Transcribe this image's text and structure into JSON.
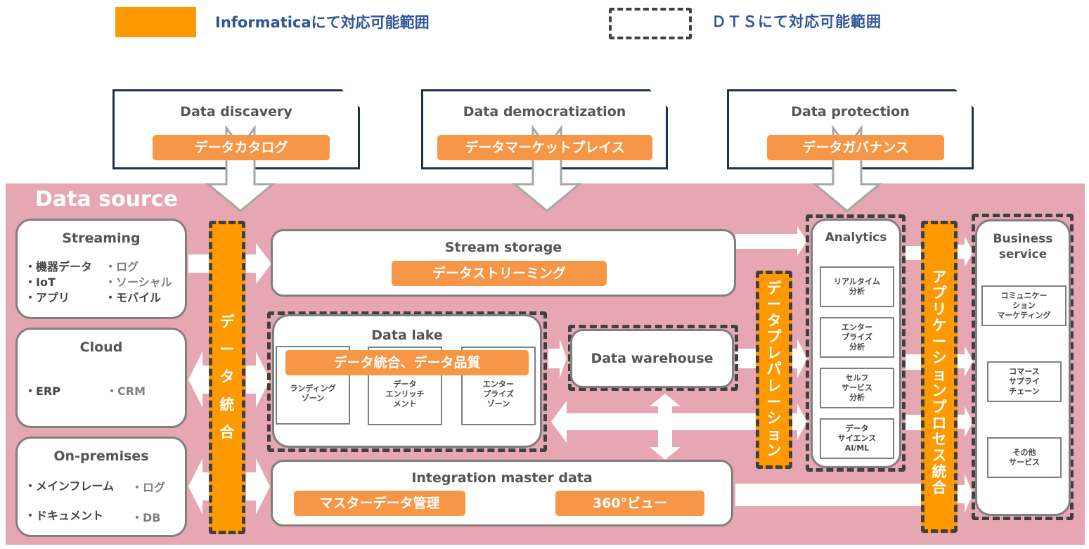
{
  "legend": {
    "informatica": {
      "label": "Informaticaにて対応可能範囲",
      "color": "#ff9900"
    },
    "dts": {
      "label": "ＤＴＳにて対応可能範囲",
      "border_color": "#404040"
    }
  },
  "top_boxes": [
    {
      "title": "Data discavery",
      "pill": "データカタログ"
    },
    {
      "title": "Data democratization",
      "pill": "データマーケットプレイス"
    },
    {
      "title": "Data protection",
      "pill": "データガバナンス"
    }
  ],
  "data_source": {
    "title": "Data source",
    "streaming": {
      "title": "Streaming",
      "left_items": [
        "・機器データ",
        "・IoT",
        "・アプリ"
      ],
      "right_items": [
        "・ログ",
        "・ソーシャル",
        "・モバイル"
      ]
    },
    "cloud": {
      "title": "Cloud",
      "left_items": [
        "・ERP"
      ],
      "right_items": [
        "・CRM"
      ]
    },
    "on_premises": {
      "title": "On-premises",
      "left_items": [
        "・メインフレーム",
        "・ドキュメント"
      ],
      "right_items": [
        "・ログ",
        "・DB"
      ]
    }
  },
  "data_integration_bar": {
    "chars": [
      "デ",
      "ー",
      "タ",
      "統",
      "合"
    ]
  },
  "stream_storage": {
    "title": "Stream storage",
    "pill": "データストリーミング"
  },
  "data_lake": {
    "title": "Data lake",
    "pill": "データ統合、データ品質",
    "zones": [
      "ランディング\nゾーン",
      "データ\nエンリッチ\nメント",
      "エンター\nプライズ\nゾーン"
    ]
  },
  "data_warehouse": {
    "title": "Data warehouse"
  },
  "integration_master": {
    "title": "Integration master data",
    "pills": [
      "マスターデータ管理",
      "360°ビュー"
    ]
  },
  "data_preparation_bar": {
    "chars": [
      "デ",
      "ー",
      "タ",
      "プ",
      "レ",
      "パ",
      "レ",
      "ー",
      "シ",
      "ョ",
      "ン"
    ]
  },
  "analytics": {
    "title": "Analytics",
    "items": [
      "リアルタイム\n分析",
      "エンター\nプライズ\n分析",
      "セルフ\nサービス\n分析",
      "データ\nサイエンス\nAI/ML"
    ]
  },
  "app_process_bar": {
    "chars": [
      "ア",
      "プ",
      "リ",
      "ケ",
      "ー",
      "シ",
      "ョ",
      "ン",
      "プ",
      "ロ",
      "セ",
      "ス",
      "統",
      "合"
    ]
  },
  "business_service": {
    "title_lines": [
      "Business",
      "service"
    ],
    "items": [
      "コミュニケー\nション\nマーケティング",
      "コマース\nサプライ\nチェーン",
      "その他\nサービス"
    ]
  }
}
